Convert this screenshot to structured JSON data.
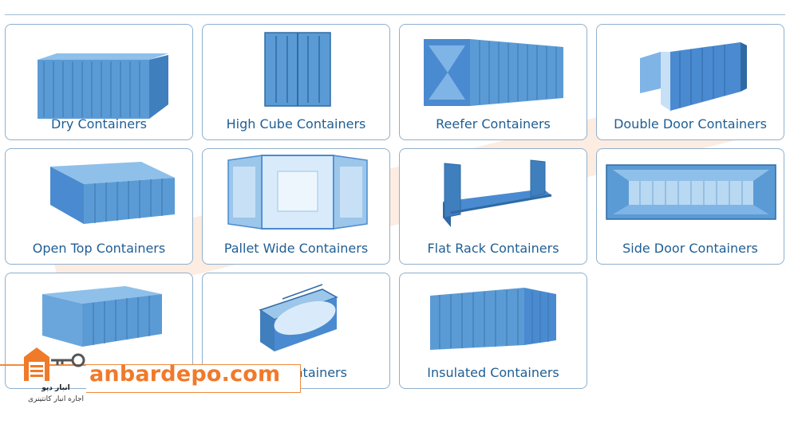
{
  "cards": [
    {
      "label": "Dry Containers",
      "image": "dry-container-image"
    },
    {
      "label": "High Cube Containers",
      "image": "high-cube-container-image"
    },
    {
      "label": "Reefer Containers",
      "image": "reefer-container-image"
    },
    {
      "label": "Double Door Containers",
      "image": "double-door-container-image"
    },
    {
      "label": "Open Top Containers",
      "image": "open-top-container-image"
    },
    {
      "label": "Pallet Wide Containers",
      "image": "pallet-wide-container-image"
    },
    {
      "label": "Flat Rack Containers",
      "image": "flat-rack-container-image"
    },
    {
      "label": "Side Door Containers",
      "image": "side-door-container-image"
    },
    {
      "label": "",
      "image": "container-image"
    },
    {
      "label": "Tank Containers",
      "image": "tank-container-image"
    },
    {
      "label": "Insulated Containers",
      "image": "insulated-container-image"
    }
  ],
  "brand": {
    "name": "anbardepo.com",
    "fa_title": "انبار دپو",
    "fa_subtitle": "اجاره انبار کانتینری",
    "logo": "warehouse-key-logo"
  },
  "colors": {
    "container_blue": "#4a90d0",
    "border": "#8fb0cc",
    "label": "#1f5e94",
    "brand_orange": "#f07a2a"
  }
}
